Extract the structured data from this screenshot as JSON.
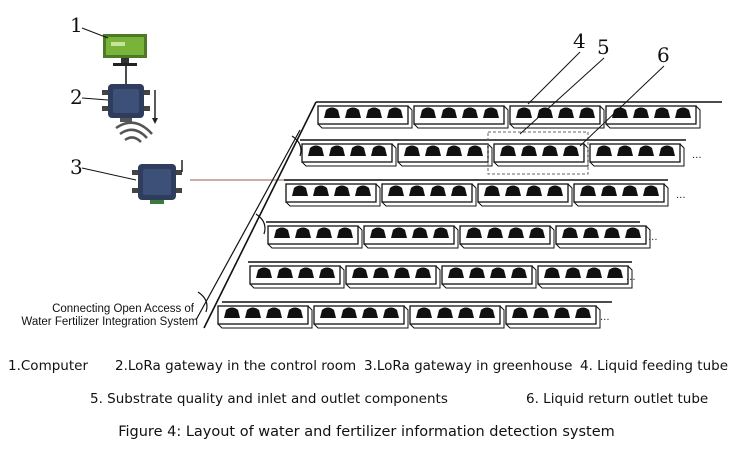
{
  "figure": {
    "callouts": {
      "n1": "1",
      "n2": "2",
      "n3": "3",
      "n4": "4",
      "n5": "5",
      "n6": "6"
    },
    "connection_label_line1": "Connecting Open Access of",
    "connection_label_line2": "Water Fertilizer Integration System",
    "ellipsis": "...",
    "legend": {
      "item1": "1.Computer",
      "item2": "2.LoRa gateway in the control room",
      "item3": "3.LoRa gateway in greenhouse",
      "item4": "4. Liquid feeding tube",
      "item5": "5. Substrate quality and inlet and outlet components",
      "item6": "6. Liquid return outlet tube"
    },
    "caption": "Figure 4: Layout of water and fertilizer information detection system"
  },
  "colors": {
    "screen_green": "#79b43a",
    "gateway_blue": "#2e3d5c",
    "line": "#111111",
    "signal_gray": "#555555",
    "leader_red": "#b07a7a"
  }
}
